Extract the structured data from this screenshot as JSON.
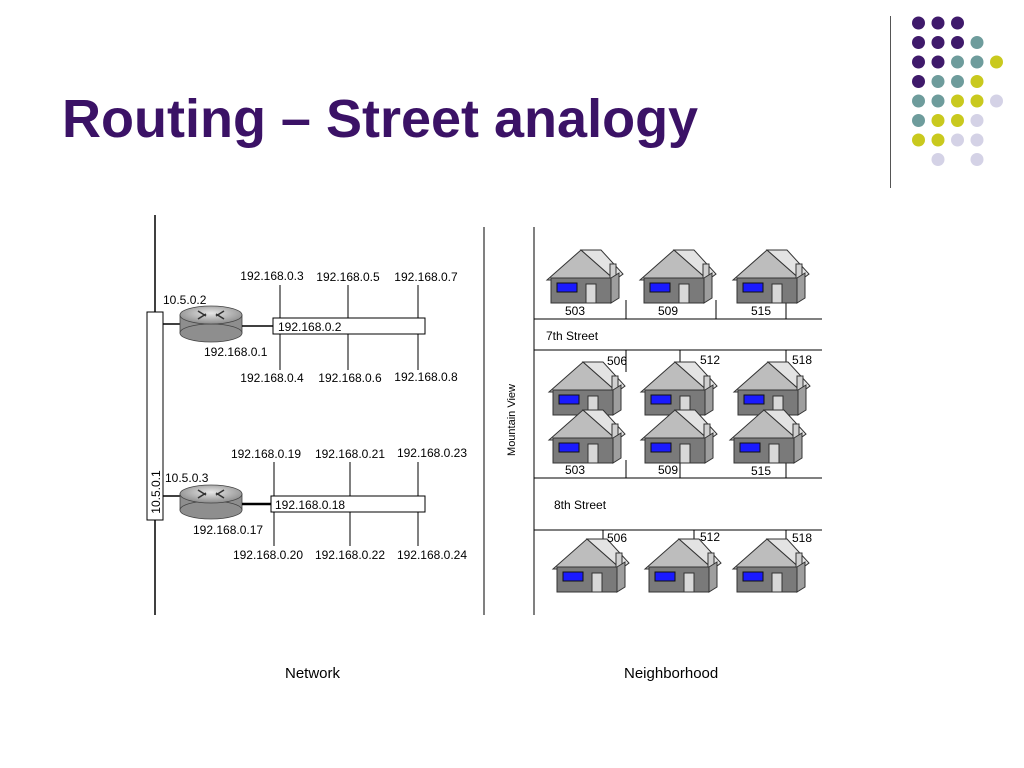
{
  "slide": {
    "title": "Routing – Street analogy"
  },
  "decor": {
    "dot_colors": {
      "purple": "#3f1a6b",
      "teal": "#6e9c9c",
      "yellow": "#c9c91e",
      "lavender": "#d4d2e6"
    }
  },
  "network": {
    "backbone_label": "10.5.0.1",
    "router1": {
      "wan_ip": "10.5.0.2",
      "lan_ip": "192.168.0.1",
      "segment_label": "192.168.0.2",
      "hosts_top": [
        "192.168.0.3",
        "192.168.0.5",
        "192.168.0.7"
      ],
      "hosts_bottom": [
        "192.168.0.4",
        "192.168.0.6",
        "192.168.0.8"
      ]
    },
    "router2": {
      "wan_ip": "10.5.0.3",
      "lan_ip": "192.168.0.17",
      "segment_label": "192.168.0.18",
      "hosts_top": [
        "192.168.0.19",
        "192.168.0.21",
        "192.168.0.23"
      ],
      "hosts_bottom": [
        "192.168.0.20",
        "192.168.0.22",
        "192.168.0.24"
      ]
    },
    "caption": "Network"
  },
  "neighborhood": {
    "avenue_label": "Mountain View",
    "street1_label": "7th Street",
    "street2_label": "8th Street",
    "house_numbers": {
      "row1": [
        "503",
        "509",
        "515"
      ],
      "row2": [
        "506",
        "512",
        "518"
      ],
      "row3": [
        "503",
        "509",
        "515"
      ],
      "row4": [
        "506",
        "512",
        "518"
      ]
    },
    "caption": "Neighborhood"
  }
}
